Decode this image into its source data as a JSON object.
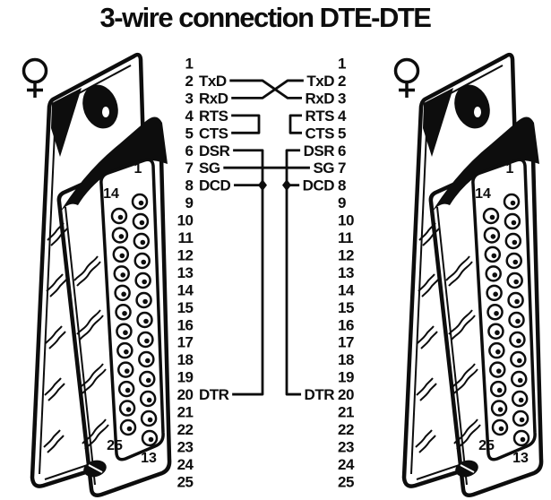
{
  "title": "3-wire connection DTE-DTE",
  "colors": {
    "ink": "#0d0d0d",
    "paper": "#ffffff"
  },
  "wiring": {
    "left_pin_numbers": [
      "1",
      "2",
      "3",
      "4",
      "5",
      "6",
      "7",
      "8",
      "9",
      "10",
      "11",
      "12",
      "13",
      "14",
      "15",
      "16",
      "17",
      "18",
      "19",
      "20",
      "21",
      "22",
      "23",
      "24",
      "25"
    ],
    "right_pin_numbers": [
      "1",
      "2",
      "3",
      "4",
      "5",
      "6",
      "7",
      "8",
      "9",
      "10",
      "11",
      "12",
      "13",
      "14",
      "15",
      "16",
      "17",
      "18",
      "19",
      "20",
      "21",
      "22",
      "23",
      "24",
      "25"
    ],
    "signals": [
      {
        "pin": 2,
        "label": "TxD"
      },
      {
        "pin": 3,
        "label": "RxD"
      },
      {
        "pin": 4,
        "label": "RTS"
      },
      {
        "pin": 5,
        "label": "CTS"
      },
      {
        "pin": 6,
        "label": "DSR"
      },
      {
        "pin": 7,
        "label": "SG"
      },
      {
        "pin": 8,
        "label": "DCD"
      },
      {
        "pin": 20,
        "label": "DTR"
      }
    ],
    "connections": [
      {
        "name": "txd-to-rxd-crossover",
        "type": "cross",
        "from_left_pin": 2,
        "to_right_pin": 3
      },
      {
        "name": "rxd-to-txd-crossover",
        "type": "cross",
        "from_left_pin": 3,
        "to_right_pin": 2
      },
      {
        "name": "sg-to-sg-straight",
        "type": "straight",
        "from_left_pin": 7,
        "to_right_pin": 7
      },
      {
        "name": "rts-cts-loopback",
        "type": "loopback",
        "side": "left",
        "from_pin": 4,
        "to_pin": 5
      },
      {
        "name": "rts-cts-loopback",
        "type": "loopback",
        "side": "right",
        "from_pin": 4,
        "to_pin": 5
      },
      {
        "name": "dsr-dcd-dtr-loopback",
        "type": "bus",
        "side": "left",
        "top_pin": 6,
        "junction_pin": 8,
        "bottom_pin": 20
      },
      {
        "name": "dsr-dcd-dtr-loopback",
        "type": "bus",
        "side": "right",
        "top_pin": 6,
        "junction_pin": 8,
        "bottom_pin": 20
      }
    ]
  },
  "connectors": {
    "left": {
      "gender_icon": "female-gender-icon",
      "gender_glyph": "♀",
      "pin_count": 25,
      "corner_pin_labels": {
        "top_right": "1",
        "top_left": "14",
        "bottom_left": "25",
        "bottom_right": "13"
      }
    },
    "right": {
      "gender_icon": "female-gender-icon",
      "gender_glyph": "♀",
      "pin_count": 25,
      "corner_pin_labels": {
        "top_right": "1",
        "top_left": "14",
        "bottom_left": "25",
        "bottom_right": "13"
      }
    }
  }
}
